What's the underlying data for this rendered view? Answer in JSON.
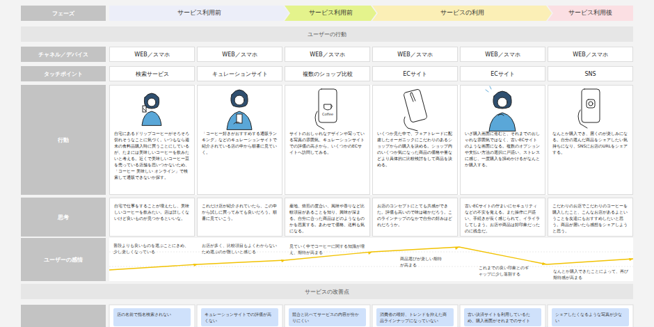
{
  "diagram": {
    "nodes": [
      {
        "text": [
          "フェーズ"
        ]
      },
      {
        "text": [
          "サービス利用前"
        ]
      },
      {
        "text": [
          "サービス利用前"
        ]
      },
      {
        "text": [
          "サービスの利用"
        ]
      },
      {
        "text": [
          "サービス利用後"
        ]
      },
      {
        "text": [
          "ユーザーの行動"
        ]
      },
      {
        "text": [
          "チャネル／デバイス"
        ]
      },
      {
        "text": [
          "WEB／スマホ"
        ]
      },
      {
        "text": [
          "WEB／スマホ"
        ]
      },
      {
        "text": [
          "WEB／スマホ"
        ]
      },
      {
        "text": [
          "WEB／スマホ"
        ]
      },
      {
        "text": [
          "WEB／スマホ"
        ]
      },
      {
        "text": [
          "WEB／スマホ"
        ]
      },
      {
        "text": [
          "タッチポイント"
        ]
      },
      {
        "text": [
          "検索サービス"
        ]
      },
      {
        "text": [
          "キュレーションサイト"
        ]
      },
      {
        "text": [
          "複数のショップ比較"
        ]
      },
      {
        "text": [
          "ECサイト"
        ]
      },
      {
        "text": [
          "ECサイト"
        ]
      },
      {
        "text": [
          "SNS"
        ]
      },
      {
        "text": [
          "行動"
        ]
      },
      {
        "text": [
          "自宅にあるドリップコーヒーがそろそろ切れそうなことに気づく。いつもなら週末の食料品購入時に買うことにしているが、たまには美味しいコーヒーを飲みたいと考える。近くで美味しいコーヒー豆を売っている店舗を思いつかないため、「コーヒー 美味しい オンライン」で検索して通販できないか探す。"
        ]
      },
      {
        "text": [
          "「コーヒー好きがおすすめする通販ランキング」などのキュレーションサイトで紹介されている店の中から順番に見ていく。"
        ]
      },
      {
        "text": [
          "サイトのおしゃれなデザインや写っている写真の雰囲気、キュレーションサイトでの評価の高さから、いくつかのECサイトへ訪問してみる。"
        ]
      },
      {
        "text": [
          "いくつか見た中で、フェアトレードに配慮したオーガニックにこだわりのあるショップからの購入を決める。ショップ内のいくつか気になった商品の価格や量などより具体的に比較検討をして商品を決める。"
        ]
      },
      {
        "text": [
          "いざ購入画面に進むと、それまでのおしゃれな雰囲気ではなく、古いECサイトのような画面になる。複数のオプションや支払い方法の選択に戸惑い、ストレスに感じ、一度購入を諦めかけるがなんとか購入する。"
        ]
      },
      {
        "text": [
          "なんとか購入でき、届くのが楽しみになる。自分の選んだ商品をシェアしたい気持ちになり、SNSにお店のURLをシェアする。"
        ]
      },
      {
        "text": [
          "思考"
        ]
      },
      {
        "text": [
          "自宅で仕事をすることが増えたし、美味しいコーヒーを飲みたい。店は詳しくないけど良いものが見つかるといいな。"
        ]
      },
      {
        "text": [
          "これだけ店が紹介されていたら、この中から試しに買ってみても良いだろう。順番に見ていこう。"
        ]
      },
      {
        "text": [
          "産地、焙煎の度合い、風味や香りなど比較項目があることを知り、興味が深まる。自分に合った商品はどのようなものかを思案する。あわせて価格、送料も気になる。"
        ]
      },
      {
        "text": [
          "お店のコンセプトにとても共感ができた。評価も高いので味は確かだろう。このラインナップのなかで自分の好みはどれだろうか。"
        ]
      },
      {
        "text": [
          "古いECサイトの佇まいにセキュリティなどの不安を覚える。また操作に戸惑い、手続きが長く感じられて、イライラしてしまう。お店や商品は好印象だったのに残念だ。"
        ]
      },
      {
        "text": [
          "こだわりのお店でこだわりのコーヒーを購入したこと、こんなお店があるよということを友達にもおすすめしたいと思う。商品が届いたら感想をシェアしようと思う。"
        ]
      },
      {
        "text": [
          "ユーザーの感情"
        ]
      },
      {
        "text": [
          "サービスの改善点"
        ]
      },
      {
        "text": [
          "店の名前で指名検索されない"
        ]
      },
      {
        "text": [
          "キュレーションサイトでの評価が高くない"
        ]
      },
      {
        "text": [
          "競合と比べてサービスの内容が分かりにくい"
        ]
      },
      {
        "text": [
          "消費者の嗜好、トレンドを抑えた商品ラインナップになっていない"
        ]
      },
      {
        "text": [
          "古い決済サイトを利用しているため、購入画面がそれまでのサイト"
        ]
      },
      {
        "text": [
          "シェアしたくなるような写真が少ない"
        ]
      }
    ],
    "labels": [
      "普段よりも良いものを選ぶことにきめ、少し楽しくなっている",
      "お店が多く、比較項目もよくわからないため選ぶのが難しいと感じる",
      "見ていく中でコーヒーに関する知識が増え、期待が高まる",
      "商品選びが楽しい期待が高まる",
      "これまでの良い印象とのギャップに少し落胆する",
      "なんとか購入できたことによって、再び期待感が高まる",
      "Coffee"
    ]
  }
}
